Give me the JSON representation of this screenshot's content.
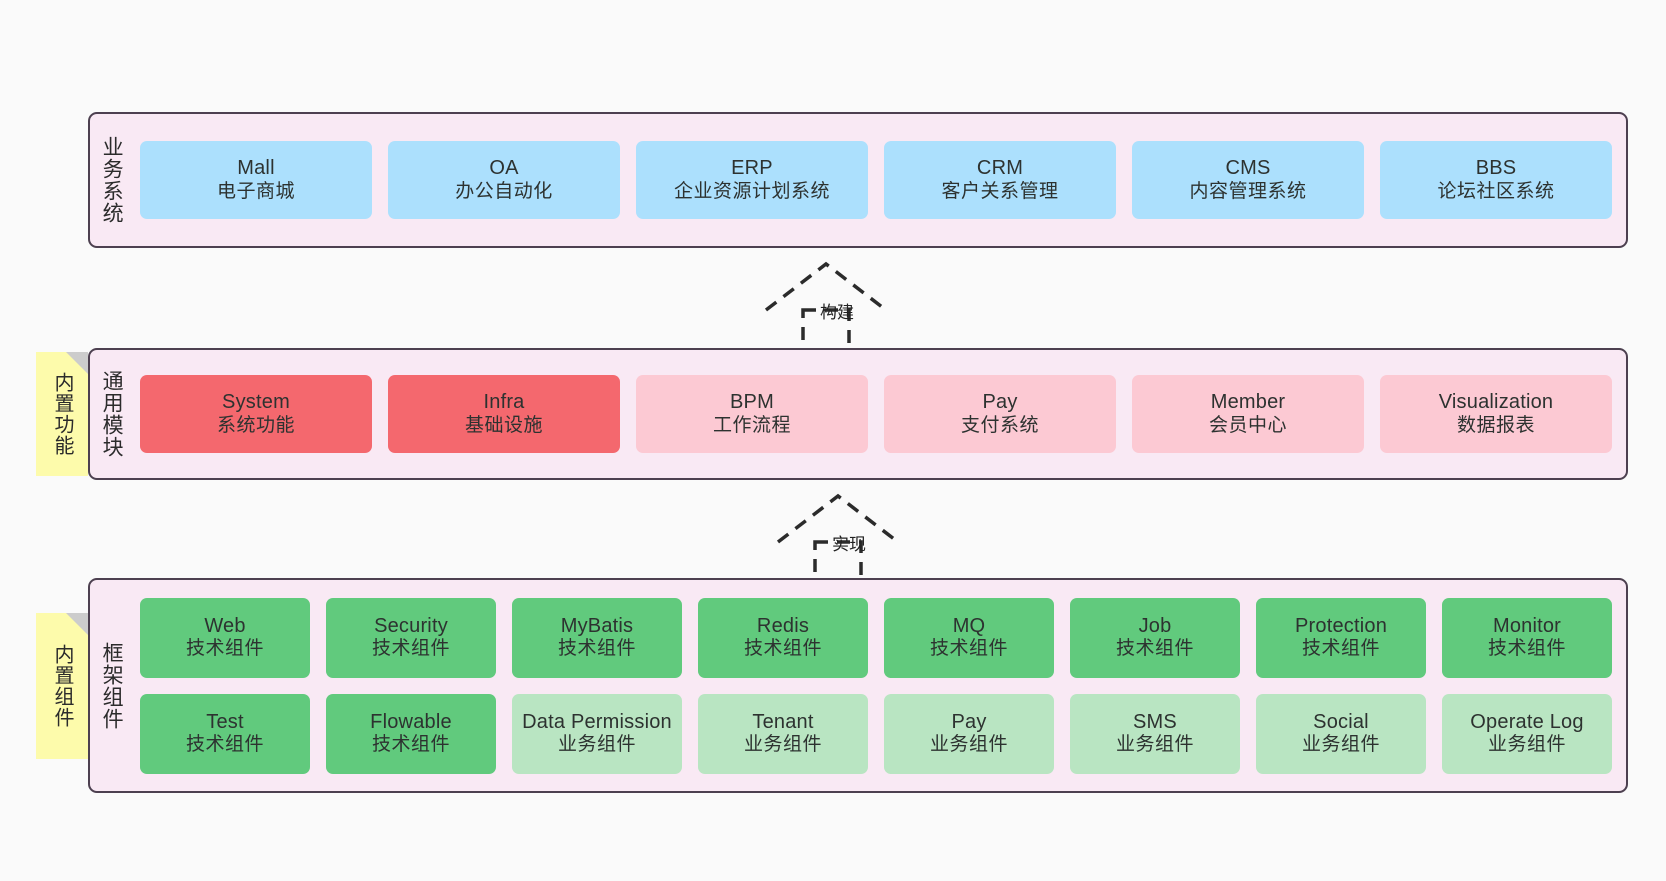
{
  "diagram": {
    "background": "#fafafa",
    "colors": {
      "layer_bg": "#f9e9f4",
      "layer_border": "#4d4050",
      "business_node": "#ace0fd",
      "common_core_node": "#f4686e",
      "common_node": "#fcc9d3",
      "tech_component_node": "#61ca7d",
      "business_component_node": "#b9e5c2",
      "sticky_note": "#fdfbab"
    }
  },
  "layers": {
    "business": {
      "title": "业务系统",
      "nodes": [
        {
          "en": "Mall",
          "cn": "电子商城"
        },
        {
          "en": "OA",
          "cn": "办公自动化"
        },
        {
          "en": "ERP",
          "cn": "企业资源计划系统"
        },
        {
          "en": "CRM",
          "cn": "客户关系管理"
        },
        {
          "en": "CMS",
          "cn": "内容管理系统"
        },
        {
          "en": "BBS",
          "cn": "论坛社区系统"
        }
      ]
    },
    "common": {
      "title": "通用模块",
      "nodes": [
        {
          "en": "System",
          "cn": "系统功能"
        },
        {
          "en": "Infra",
          "cn": "基础设施"
        },
        {
          "en": "BPM",
          "cn": "工作流程"
        },
        {
          "en": "Pay",
          "cn": "支付系统"
        },
        {
          "en": "Member",
          "cn": "会员中心"
        },
        {
          "en": "Visualization",
          "cn": "数据报表"
        }
      ]
    },
    "framework": {
      "title": "框架组件",
      "row1": [
        {
          "en": "Web",
          "cn": "技术组件"
        },
        {
          "en": "Security",
          "cn": "技术组件"
        },
        {
          "en": "MyBatis",
          "cn": "技术组件"
        },
        {
          "en": "Redis",
          "cn": "技术组件"
        },
        {
          "en": "MQ",
          "cn": "技术组件"
        },
        {
          "en": "Job",
          "cn": "技术组件"
        },
        {
          "en": "Protection",
          "cn": "技术组件"
        },
        {
          "en": "Monitor",
          "cn": "技术组件"
        }
      ],
      "row2": [
        {
          "en": "Test",
          "cn": "技术组件"
        },
        {
          "en": "Flowable",
          "cn": "技术组件"
        },
        {
          "en": "Data Permission",
          "cn": "业务组件"
        },
        {
          "en": "Tenant",
          "cn": "业务组件"
        },
        {
          "en": "Pay",
          "cn": "业务组件"
        },
        {
          "en": "SMS",
          "cn": "业务组件"
        },
        {
          "en": "Social",
          "cn": "业务组件"
        },
        {
          "en": "Operate Log",
          "cn": "业务组件"
        }
      ]
    }
  },
  "arrows": [
    {
      "label": "构建"
    },
    {
      "label": "实现"
    }
  ],
  "sticky_notes": [
    {
      "text": "内置功能"
    },
    {
      "text": "内置组件"
    }
  ]
}
